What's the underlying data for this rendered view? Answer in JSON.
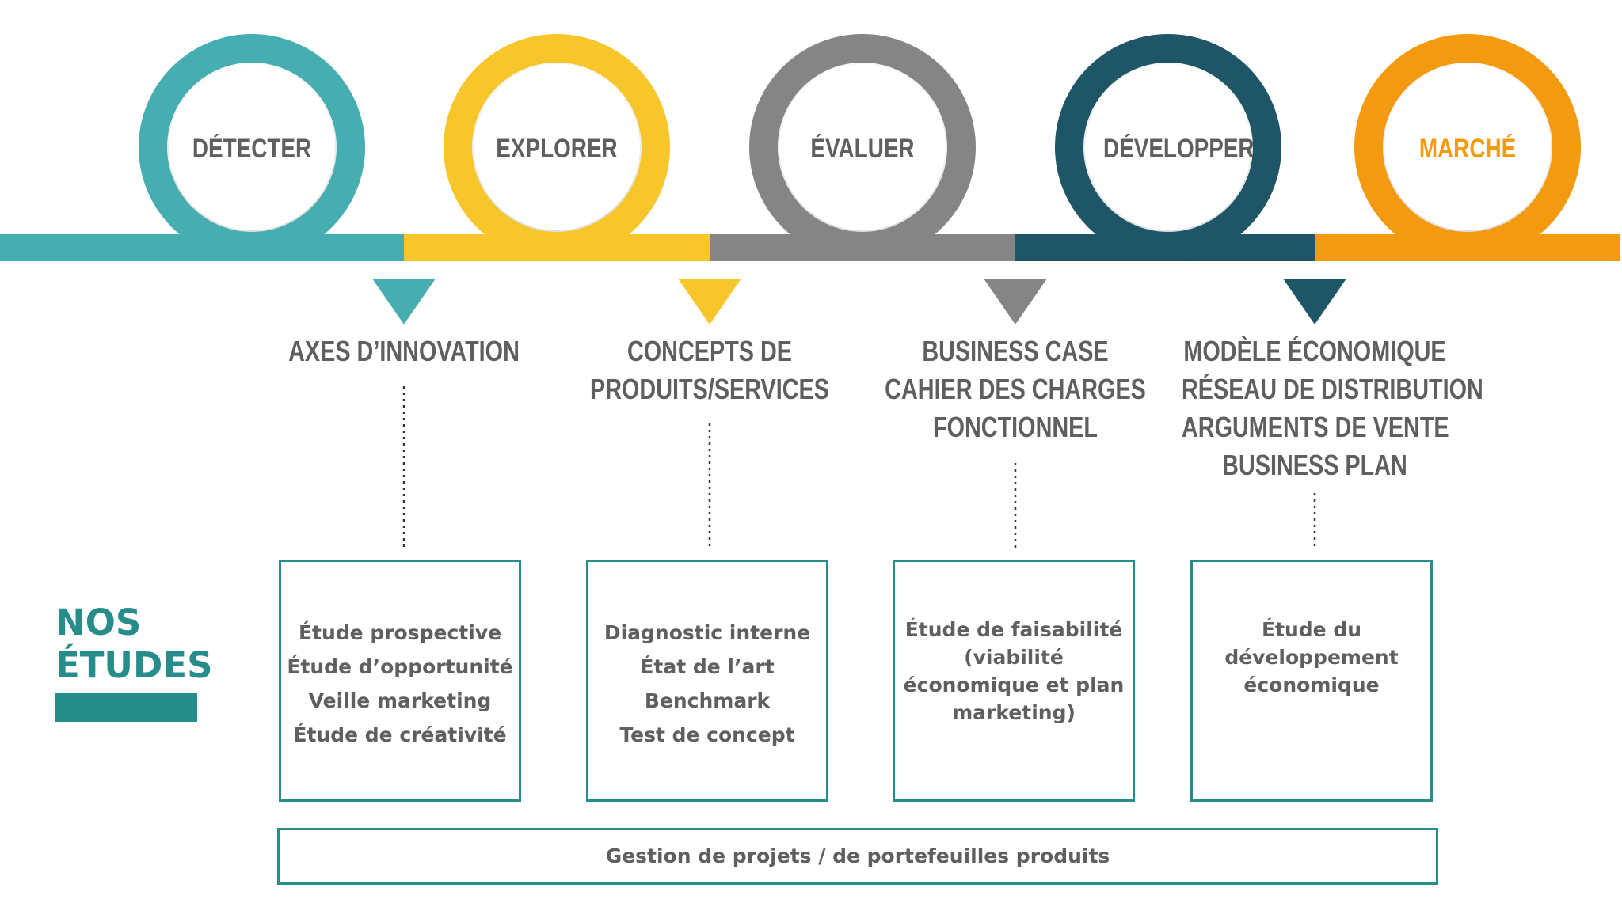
{
  "stages": [
    {
      "label": "DÉTECTER",
      "color": "#46adb0",
      "text_color": "#5f5f5f"
    },
    {
      "label": "EXPLORER",
      "color": "#f7c62a",
      "text_color": "#5f5f5f"
    },
    {
      "label": "ÉVALUER",
      "color": "#858585",
      "text_color": "#5f5f5f"
    },
    {
      "label": "DÉVELOPPER",
      "color": "#1e5668",
      "text_color": "#5f5f5f"
    },
    {
      "label": "MARCHÉ",
      "color": "#f39a11",
      "text_color": "#f39a11"
    }
  ],
  "deliverables": [
    {
      "color": "#46adb0",
      "lines": [
        "AXES D’INNOVATION"
      ]
    },
    {
      "color": "#f7c62a",
      "lines": [
        "CONCEPTS DE",
        "PRODUITS/SERVICES"
      ]
    },
    {
      "color": "#858585",
      "lines": [
        "BUSINESS CASE",
        "CAHIER DES CHARGES",
        "FONCTIONNEL"
      ]
    },
    {
      "color": "#1e5668",
      "lines": [
        "MODÈLE ÉCONOMIQUE",
        "RÉSEAU DE DISTRIBUTION",
        "ARGUMENTS DE VENTE",
        "BUSINESS PLAN"
      ]
    }
  ],
  "studies_heading": [
    "NOS",
    "ÉTUDES"
  ],
  "studies": [
    [
      "Étude prospective",
      "Étude d’opportunité",
      "Veille marketing",
      "Étude de créativité"
    ],
    [
      "Diagnostic interne",
      "État de l’art",
      "Benchmark",
      "Test de concept"
    ],
    [
      "Étude de faisabilité",
      "(viabilité",
      "économique et plan",
      "marketing)"
    ],
    [
      "Étude du",
      "développement",
      "économique"
    ]
  ],
  "footer": "Gestion de projets / de portefeuilles produits",
  "accent_color": "#268d8a"
}
